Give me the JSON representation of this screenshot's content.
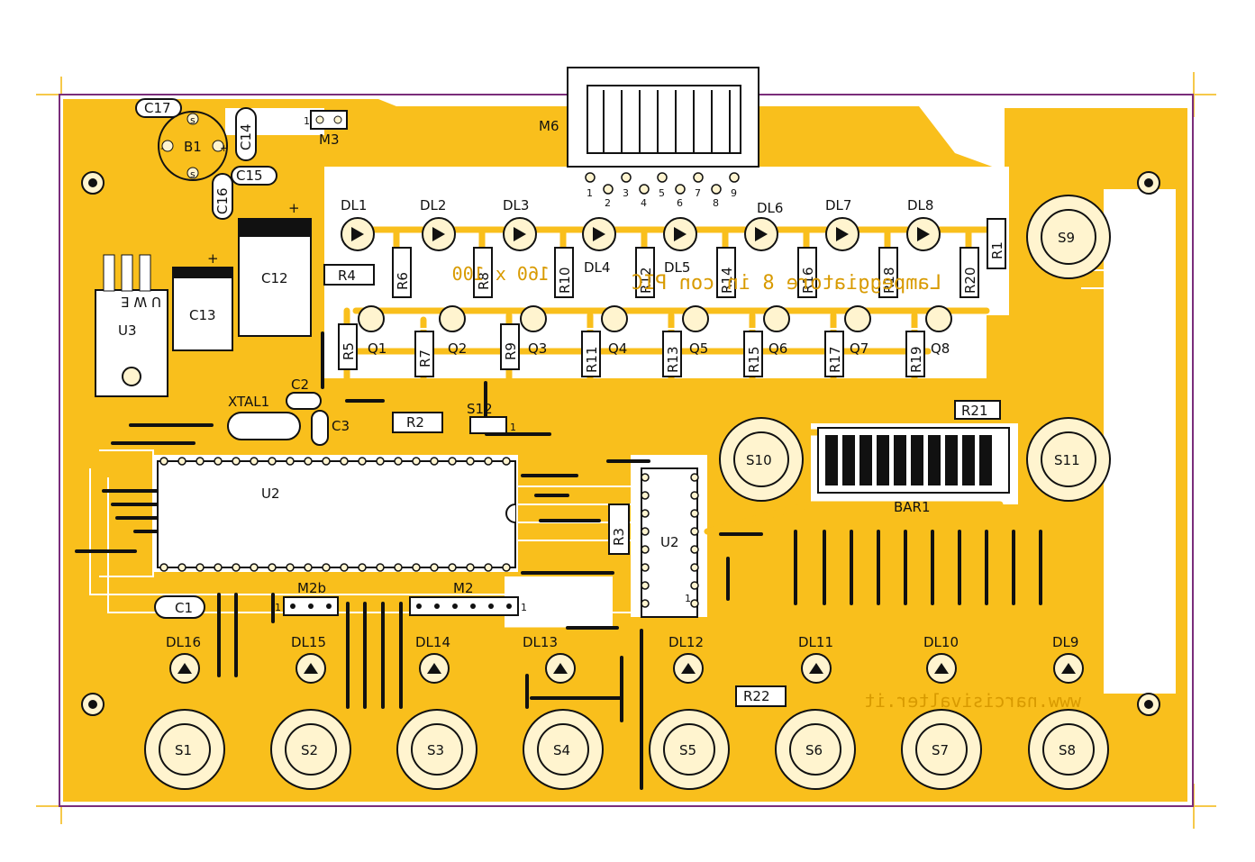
{
  "board": {
    "colors": {
      "copper": "#f9bf1c",
      "silk": "#111111",
      "pad": "#fff4cf",
      "outline": "#7a2d7a",
      "crosshair": "#f6c94a"
    },
    "mirror_title": "Lampeggiatore 8 in con PIC",
    "mirror_dims": "160 x 100",
    "mirror_url": "www.narcisivalter.it"
  },
  "leds_top": [
    "DL1",
    "DL2",
    "DL3",
    "DL4",
    "DL5",
    "DL6",
    "DL7",
    "DL8"
  ],
  "leds_bottom": [
    "DL16",
    "DL15",
    "DL14",
    "DL13",
    "DL12",
    "DL11",
    "DL10",
    "DL9"
  ],
  "transistors": [
    "Q1",
    "Q2",
    "Q3",
    "Q4",
    "Q5",
    "Q6",
    "Q7",
    "Q8"
  ],
  "resistors_top": [
    "R6",
    "R8",
    "R10",
    "R12",
    "R14",
    "R16",
    "R18",
    "R20"
  ],
  "resistors_base": [
    "R5",
    "R7",
    "R9",
    "R11",
    "R13",
    "R15",
    "R17",
    "R19"
  ],
  "switches_bottom": [
    "S1",
    "S2",
    "S3",
    "S4",
    "S5",
    "S6",
    "S7",
    "S8"
  ],
  "labels": {
    "c17": "C17",
    "b1": "B1",
    "c14": "C14",
    "c15": "C15",
    "c16": "C16",
    "m3": "M3",
    "m3_pin": "1",
    "c12": "C12",
    "c13": "C13",
    "u3": "U3",
    "u3_pins": "U W E",
    "r4": "R4",
    "r1": "R1",
    "r2": "R2",
    "r3": "R3",
    "r21": "R21",
    "r22": "R22",
    "m6": "M6",
    "m6_pins": [
      "1",
      "2",
      "3",
      "4",
      "5",
      "6",
      "7",
      "8",
      "9"
    ],
    "xtal1": "XTAL1",
    "c1": "C1",
    "c2": "C2",
    "c3": "C3",
    "s12": "S12",
    "s12_pin": "1",
    "u2_main": "U2",
    "u2_small": "U2",
    "u2_small_pin": "1",
    "s9": "S9",
    "s10": "S10",
    "s11": "S11",
    "bar1": "BAR1",
    "m2b": "M2b",
    "m2b_pin": "1",
    "m2": "M2",
    "m2_pin": "1",
    "polarity_plus": "+",
    "b1_minus": "-",
    "b1_s": "s"
  }
}
